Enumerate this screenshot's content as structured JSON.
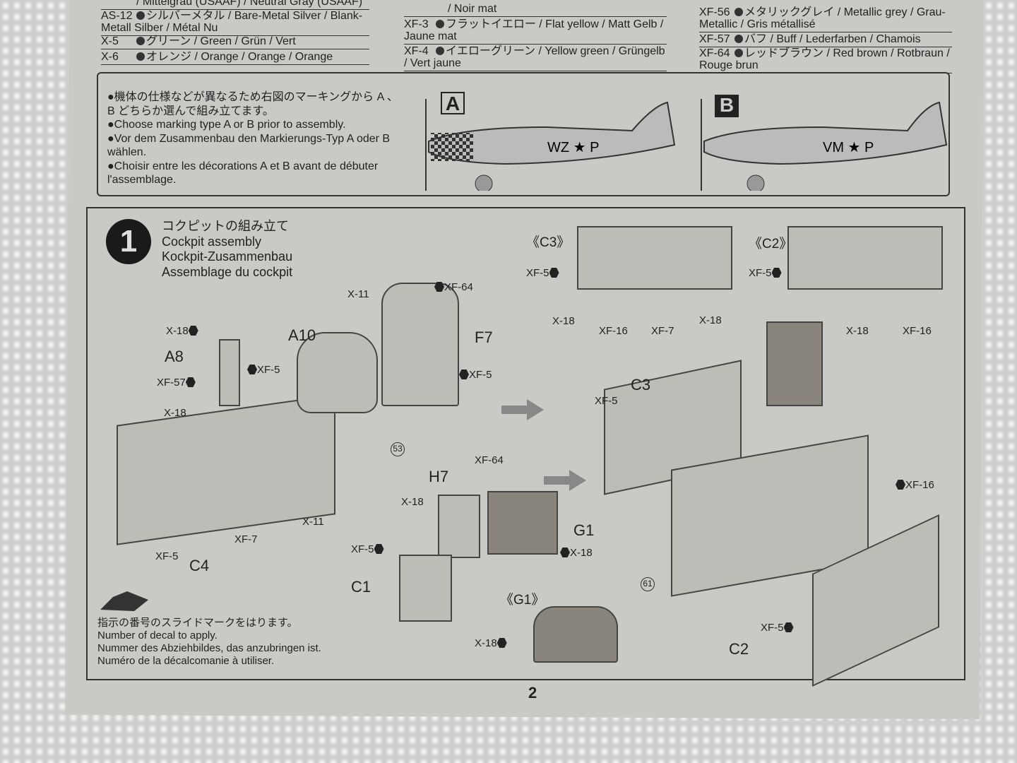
{
  "paints_col1": [
    {
      "code": "",
      "text": "/ Mittelgrau (USAAF) / Neutral Gray (USAAF)"
    },
    {
      "code": "AS-12",
      "text": "シルバーメタル / Bare-Metal Silver / Blank-Metall Silber / Métal Nu"
    },
    {
      "code": "X-5",
      "text": "グリーン / Green / Grün / Vert"
    },
    {
      "code": "X-6",
      "text": "オレンジ / Orange / Orange / Orange"
    }
  ],
  "paints_col2": [
    {
      "code": "",
      "text": "/ Noir mat"
    },
    {
      "code": "XF-3",
      "text": "フラットイエロー / Flat yellow / Matt Gelb / Jaune mat"
    },
    {
      "code": "XF-4",
      "text": "イエローグリーン / Yellow green / Grüngelb / Vert jaune"
    }
  ],
  "paints_col3": [
    {
      "code": "XF-56",
      "text": "メタリックグレイ / Metallic grey / Grau-Metallic / Gris métallisé"
    },
    {
      "code": "XF-57",
      "text": "バフ / Buff / Lederfarben / Chamois"
    },
    {
      "code": "XF-64",
      "text": "レッドブラウン / Red brown / Rotbraun / Rouge brun"
    }
  ],
  "marking": {
    "lines": [
      "●機体の仕様などが異なるため右図のマーキングから A 、 B どちらか選んで組み立てます。",
      "●Choose marking type A or B prior to assembly.",
      "●Vor dem Zusammenbau den Markierungs-Typ A oder B wählen.",
      "●Choisir entre les décorations A et B avant de débuter l'assemblage."
    ],
    "type_a": "A",
    "type_b": "B",
    "plane_a_code": "WZ ★ P",
    "plane_b_code": "VM ★ P"
  },
  "step": {
    "number": "1",
    "title": [
      "コクピットの組み立て",
      "Cockpit assembly",
      "Kockpit-Zusammenbau",
      "Assemblage du cockpit"
    ],
    "parts": [
      "A8",
      "A10",
      "F7",
      "C4",
      "H7",
      "G1",
      "C1",
      "C3",
      "C2"
    ],
    "callouts": [
      "《C3》",
      "《C2》",
      "《G1》"
    ],
    "colors": [
      "X-18",
      "XF-57",
      "X-18",
      "XF-5",
      "X-11",
      "XF-64",
      "XF-5",
      "XF-5",
      "XF-7",
      "X-11",
      "X-18",
      "XF-64",
      "XF-5",
      "X-18",
      "XF-5",
      "X-18",
      "XF-16",
      "XF-7",
      "X-18",
      "XF-5",
      "X-18",
      "XF-16",
      "XF-5",
      "XF-16",
      "XF-5",
      "X-18"
    ],
    "decals": [
      "53",
      "61"
    ]
  },
  "note": [
    "指示の番号のスライドマークをはります。",
    "Number of decal to apply.",
    "Nummer des Abziehbildes, das anzubringen ist.",
    "Numéro de la décalcomanie à utiliser."
  ],
  "page_number": "2"
}
